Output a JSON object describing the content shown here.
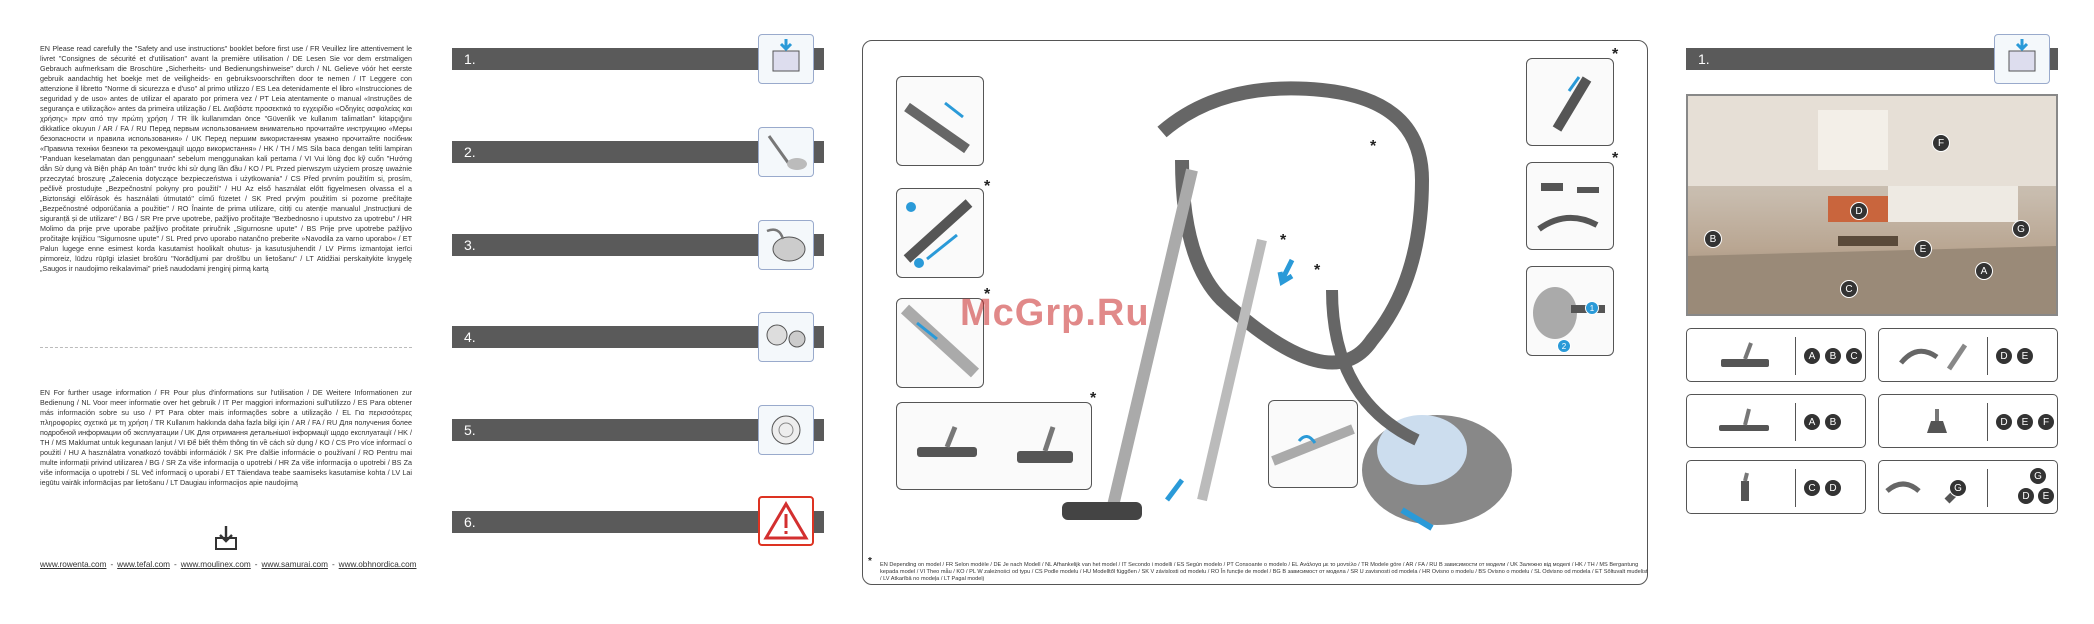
{
  "left_text": {
    "block1": "EN Please read carefully the \"Safety and use instructions\" booklet before first use / FR Veuillez lire attentivement le livret \"Consignes de sécurité et d'utilisation\" avant la première utilisation / DE Lesen Sie vor dem erstmaligen Gebrauch aufmerksam die Broschüre „Sicherheits- und Bedienungshinweise\" durch / NL Gelieve vóór het eerste gebruik aandachtig het boekje met de veiligheids- en gebruiksvoorschriften door te nemen / IT Leggere con attenzione il libretto \"Norme di sicurezza e d'uso\" al primo utilizzo / ES Lea detenidamente el libro «Instrucciones de seguridad y de uso» antes de utilizar el aparato por primera vez / PT Leia atentamente o manual «Instruções de segurança e utilização» antes da primeira utilização / EL Διαβάστε προσεκτικά το εγχειρίδιο «Οδηγίες ασφαλείας και χρήσης» πριν από την πρώτη χρήση / TR İlk kullanımdan önce \"Güvenlik ve kullanım talimatları\" kitapçığını dikkatlice okuyun / AR / FA / RU Перед первым использованием внимательно прочитайте инструкцию «Меры безопасности и правила использования» / UK Перед першим використанням уважно прочитайте посібник «Правила техніки безпеки та рекомендації щодо використання» / HK / TH / MS Sila baca dengan teliti lampiran \"Panduan keselamatan dan penggunaan\" sebelum menggunakan kali pertama / VI Vui lòng đọc kỹ cuốn \"Hướng dẫn Sử dụng và Biện pháp An toàn\" trước khi sử dụng lần đầu / KO / PL Przed pierwszym użyciem proszę uważnie przeczytać broszurę „Zalecenia dotyczące bezpieczeństwa i użytkowania\" / CS Před prvním použitím si, prosím, pečlivě prostudujte „Bezpečnostní pokyny pro použití\" / HU Az első használat előtt figyelmesen olvassa el a „Biztonsági előírások és használati útmutató\" című füzetet / SK Pred prvým použitím si pozorne prečítajte „Bezpečnostné odporúčania a použitie\" / RO Înainte de prima utilizare, citiți cu atenție manualul „Instrucțiuni de siguranță și de utilizare\" / BG / SR Pre prve upotrebe, pažljivo pročitajte \"Bezbednosno i uputstvo za upotrebu\" / HR Molimo da prije prve uporabe pažljivo pročitate priručnik „Sigurnosne upute\" / BS Prije prve upotrebe pažljivo pročitajte knjižicu \"Sigurnosne upute\" / SL Pred prvo uporabo natančno preberite »Navodila za varno uporabo« / ET Palun lugege enne esimest korda kasutamist hoolikalt ohutus- ja kasutusjuhendit / LV Pirms izmantojat ierīci pirmoreiz, lūdzu rūpīgi izlasiet brošūru \"Norādījumi par drošību un lietošanu\" / LT Atidžiai perskaitykite knygelę „Saugos ir naudojimo reikalavimai\" prieš naudodami įrenginį pirmą kartą",
    "block2": "EN For further usage information / FR Pour plus d'informations sur l'utilisation / DE Weitere Informationen zur Bedienung / NL Voor meer informatie over het gebruik / IT Per maggiori informazioni sull'utilizzo / ES Para obtener más información sobre su uso / PT Para obter mais informações sobre a utilização / EL Για περισσότερες πληροφορίες σχετικά με τη χρήση / TR Kullanım hakkında daha fazla bilgi için / AR / FA / RU Для получения более подробной информации об эксплуатации / UK Для отримання детальнішої інформації щодо експлуатації / HK / TH / MS Maklumat untuk kegunaan lanjut / VI Để biết thêm thông tin về cách sử dụng / KO / CS Pro více informací o použití / HU A használatra vonatkozó további információk / SK Pre ďalšie informácie o používaní / RO Pentru mai multe informații privind utilizarea / BG / SR Za više informacija o upotrebi / HR Za više informacija o upotrebi / BS Za više informacija o upotrebi / SL Več informacij o uporabi / ET Täiendava teabe saamiseks kasutamise kohta / LV Lai iegūtu vairāk informācijas par lietošanu / LT Daugiau informacijos apie naudojimą",
    "links": [
      "www.rowenta.com",
      "www.tefal.com",
      "www.moulinex.com",
      "www.samurai.com",
      "www.obhnordica.com"
    ],
    "link_sep": " - "
  },
  "steps": [
    {
      "label": "1."
    },
    {
      "label": "2."
    },
    {
      "label": "3."
    },
    {
      "label": "4."
    },
    {
      "label": "5."
    },
    {
      "label": "6."
    }
  ],
  "diagram": {
    "star": "*",
    "footnote": "EN Depending on model / FR Selon modèle / DE Je nach Modell / NL Afhankelijk van het model / IT Secondo i modelli / ES Según modelo / PT Consoante o modelo / EL Ανάλογα με το μοντέλο / TR Modele göre / AR / FA / RU В зависимости от модели / UK Залежно від моделі / HK / TH / MS Bergantung kepada model / VI Theo mẫu / KO / PL W zależności od typu / CS Podle modelu / HU Modelltől függően / SK V závislosti od modelu / RO În funcție de model / BG В зависимост от модела / SR U zavisnosti od modela / HR Ovisno o modelu / BS Ovisno o modelu / SL Odvisno od modela / ET Sõltuvalt mudelist / LV Atkarībā no modeļa / LT Pagal modelį",
    "callout1": "1",
    "callout2": "2"
  },
  "watermark": "McGrp.Ru",
  "right": {
    "step_label": "1.",
    "room_badges": [
      "A",
      "B",
      "C",
      "D",
      "E",
      "F",
      "G"
    ],
    "accessories": [
      {
        "letters": [
          "A",
          "B",
          "C"
        ]
      },
      {
        "letters": [
          "D",
          "E"
        ]
      },
      {
        "letters": [
          "A",
          "B"
        ]
      },
      {
        "letters": [
          "D",
          "E",
          "F"
        ]
      },
      {
        "letters": [
          "C",
          "D"
        ]
      },
      {
        "letters": [
          "G",
          "G",
          "D",
          "E"
        ]
      }
    ]
  },
  "colors": {
    "step_bar": "#5a5a5a",
    "arrow": "#2a9ad8",
    "warning": "#d32f2f"
  }
}
